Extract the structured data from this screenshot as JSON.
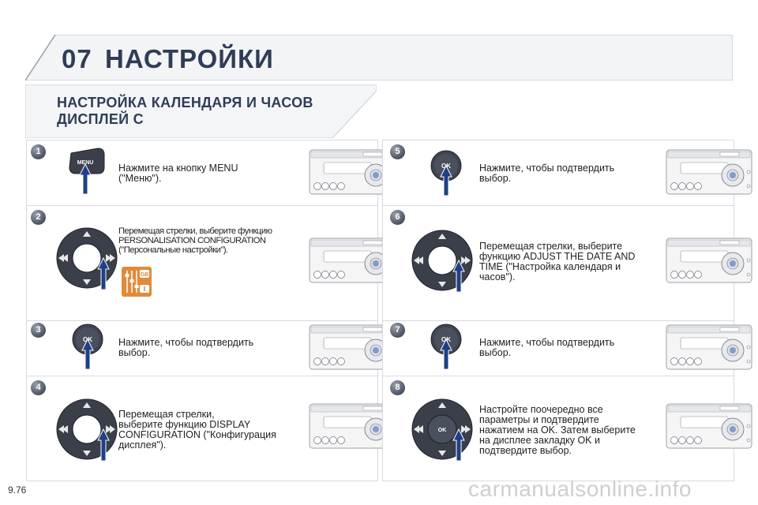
{
  "chapter": {
    "number": "07",
    "title": "НАСТРОЙКИ"
  },
  "section": {
    "title_line1": "НАСТРОЙКА КАЛЕНДАРЯ И ЧАСОВ",
    "title_line2": "ДИСПЛЕЙ С"
  },
  "steps": [
    {
      "num": "1",
      "button": "menu",
      "button_label": "MENU",
      "lines": [
        "Нажмите на кнопку MENU",
        "(\"Меню\")."
      ]
    },
    {
      "num": "2",
      "button": "arrows",
      "lines": [
        "Перемещая стрелки, выберите функцию",
        "PERSONALISATION CONFIGURATION",
        "(\"Персональные настройки\")."
      ]
    },
    {
      "num": "3",
      "button": "ok",
      "button_label": "OK",
      "lines": [
        "Нажмите, чтобы подтвердить",
        "выбор."
      ]
    },
    {
      "num": "4",
      "button": "arrows",
      "lines": [
        "Перемещая стрелки,",
        "выберите функцию DISPLAY",
        "CONFIGURATION (\"Конфигурация",
        "дисплея\")."
      ]
    },
    {
      "num": "5",
      "button": "ok",
      "button_label": "OK",
      "lines": [
        "Нажмите, чтобы подтвердить",
        "выбор."
      ]
    },
    {
      "num": "6",
      "button": "arrows",
      "lines": [
        "Перемещая стрелки, выберите",
        "функцию ADJUST THE DATE AND",
        "TIME (\"Настройка календаря и",
        "часов\")."
      ]
    },
    {
      "num": "7",
      "button": "ok",
      "button_label": "OK",
      "lines": [
        "Нажмите, чтобы подтвердить",
        "выбор."
      ]
    },
    {
      "num": "8",
      "button": "arrows-ok",
      "button_label": "OK",
      "lines": [
        "Настройте поочередно все",
        "параметры и подтвердите",
        "нажатием на OK. Затем выберите",
        "на дисплее закладку OK и",
        "подтвердите выбор."
      ]
    }
  ],
  "settings_badge": "GB",
  "page_number": "9.76",
  "watermark": "carmanualsonline.info",
  "colors": {
    "title": "#2f3d57",
    "accent": "#e08a3c",
    "arrow": "#1f3f86",
    "border": "#d7d9de"
  }
}
